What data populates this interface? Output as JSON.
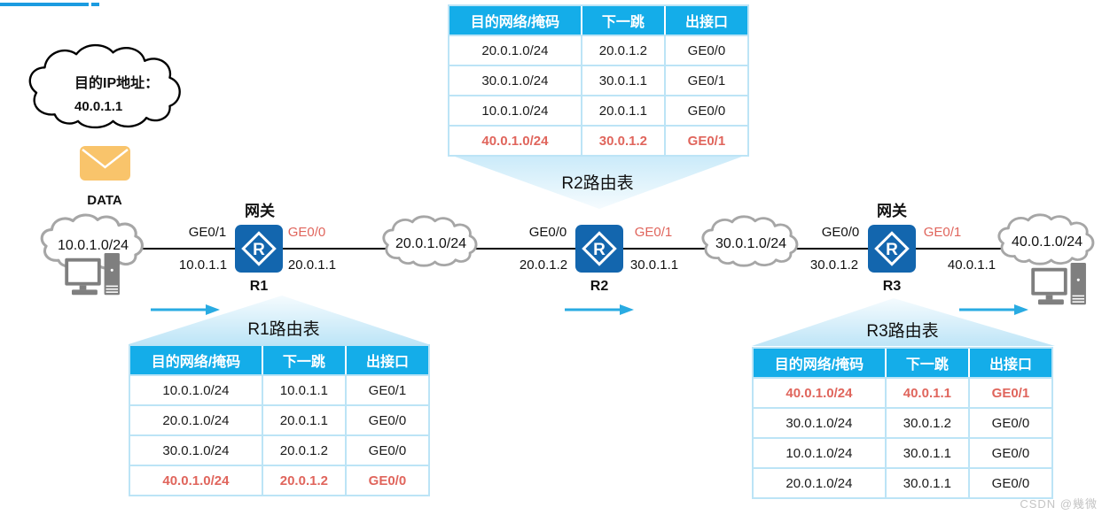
{
  "thought_cloud": {
    "line1": "目的IP地址：",
    "line2": "40.0.1.1"
  },
  "packet": {
    "label": "DATA"
  },
  "router_icon_letter": "R",
  "clouds": [
    {
      "label": "10.0.1.0/24"
    },
    {
      "label": "20.0.1.0/24"
    },
    {
      "label": "30.0.1.0/24"
    },
    {
      "label": "40.0.1.0/24"
    }
  ],
  "routers": [
    {
      "name": "R1",
      "gateway": "网关",
      "if_left": "GE0/1",
      "if_right": "GE0/0",
      "ip_left": "10.0.1.1",
      "ip_right": "20.0.1.1"
    },
    {
      "name": "R2",
      "gateway": "",
      "if_left": "GE0/0",
      "if_right": "GE0/1",
      "ip_left": "20.0.1.2",
      "ip_right": "30.0.1.1"
    },
    {
      "name": "R3",
      "gateway": "网关",
      "if_left": "GE0/0",
      "if_right": "GE0/1",
      "ip_left": "30.0.1.2",
      "ip_right": "40.0.1.1"
    }
  ],
  "routing_tables": [
    {
      "id": "r2",
      "title": "R2路由表",
      "headers": [
        "目的网络/掩码",
        "下一跳",
        "出接口"
      ],
      "rows": [
        [
          "20.0.1.0/24",
          "20.0.1.2",
          "GE0/0"
        ],
        [
          "30.0.1.0/24",
          "30.0.1.1",
          "GE0/1"
        ],
        [
          "10.0.1.0/24",
          "20.0.1.1",
          "GE0/0"
        ],
        [
          "40.0.1.0/24",
          "30.0.1.2",
          "GE0/1"
        ]
      ],
      "highlight_row": 3
    },
    {
      "id": "r1",
      "title": "R1路由表",
      "headers": [
        "目的网络/掩码",
        "下一跳",
        "出接口"
      ],
      "rows": [
        [
          "10.0.1.0/24",
          "10.0.1.1",
          "GE0/1"
        ],
        [
          "20.0.1.0/24",
          "20.0.1.1",
          "GE0/0"
        ],
        [
          "30.0.1.0/24",
          "20.0.1.2",
          "GE0/0"
        ],
        [
          "40.0.1.0/24",
          "20.0.1.2",
          "GE0/0"
        ]
      ],
      "highlight_row": 3
    },
    {
      "id": "r3",
      "title": "R3路由表",
      "headers": [
        "目的网络/掩码",
        "下一跳",
        "出接口"
      ],
      "rows": [
        [
          "40.0.1.0/24",
          "40.0.1.1",
          "GE0/1"
        ],
        [
          "30.0.1.0/24",
          "30.0.1.2",
          "GE0/0"
        ],
        [
          "10.0.1.0/24",
          "30.0.1.1",
          "GE0/0"
        ],
        [
          "20.0.1.0/24",
          "30.0.1.1",
          "GE0/0"
        ]
      ],
      "highlight_row": 0
    }
  ],
  "colors": {
    "table_header_bg": "#14ADE9",
    "table_border": "#BCE4F6",
    "highlight_text": "#E0655C",
    "interface_red": "#E0655C",
    "router_blue": "#1366AE",
    "arrow_blue": "#29ABE2",
    "envelope_orange": "#F9C46B",
    "cloud_gray": "#A6A6A6"
  },
  "watermark": "CSDN @幾微"
}
